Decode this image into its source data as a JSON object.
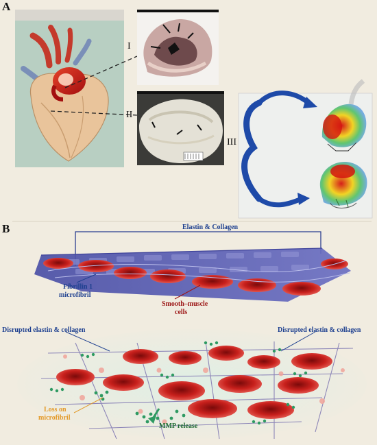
{
  "panelA": {
    "letter": "A",
    "roman": [
      "I",
      "II",
      "III"
    ]
  },
  "panelB": {
    "letter": "B",
    "labels": {
      "elastin_collagen": "Elastin & Collagen",
      "fibrillin_line1": "Fibrillin 1",
      "fibrillin_line2": "microfibril",
      "smooth_line1": "Smooth–muscle",
      "smooth_line2": "cells",
      "disrupted_left": "Disrupted elastin & collagen",
      "disrupted_right": "Disrupted elastin & collagen",
      "loss_line1": "Loss on",
      "loss_line2": "microfibril",
      "mmp": "MMP release"
    }
  },
  "colors": {
    "mesh": "#5b5fb5",
    "cell": "#c8201c",
    "label_blue": "#1d3f8f",
    "label_red": "#9c1616",
    "label_orange": "#e39a2a",
    "label_green": "#1f6b33",
    "arrow_blue": "#1e4aa8"
  }
}
